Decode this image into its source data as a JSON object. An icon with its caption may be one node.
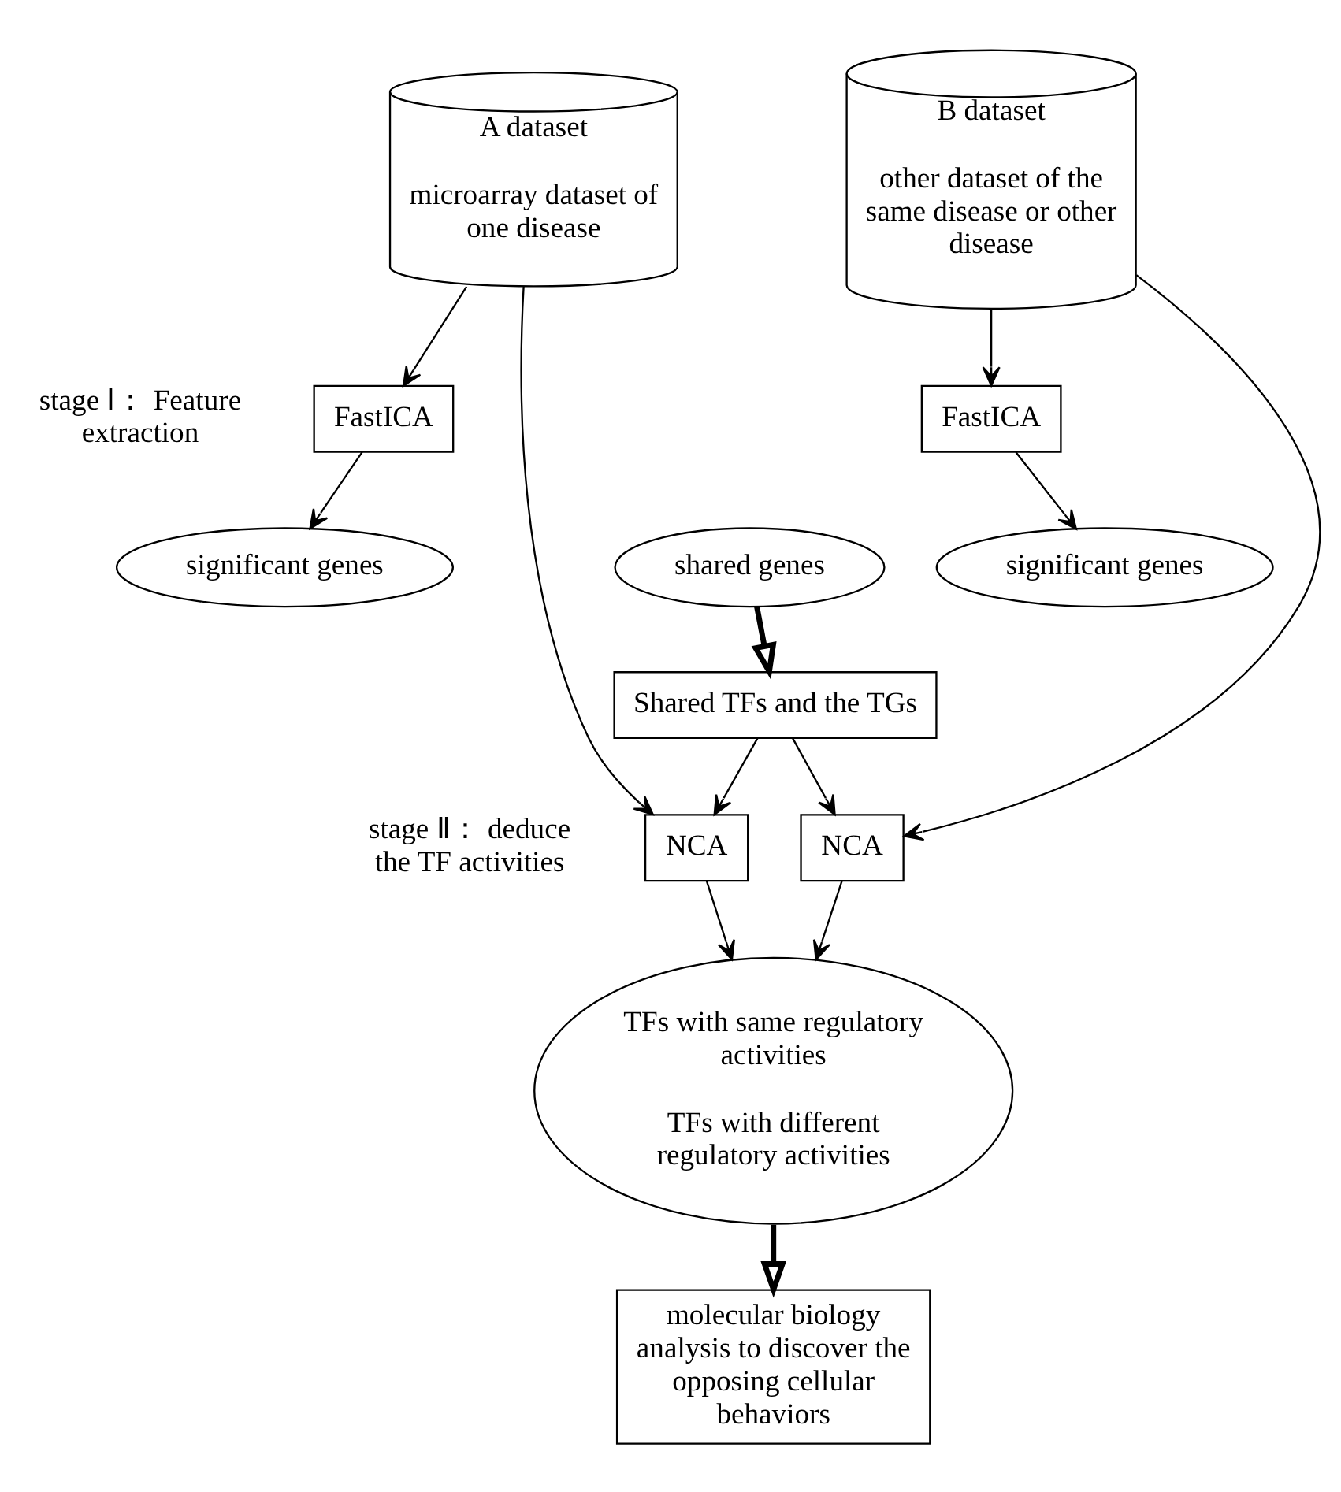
{
  "diagram": {
    "nodes": [
      {
        "text": [
          "A dataset",
          "microarray dataset of one disease"
        ]
      },
      {
        "text": [
          "B dataset",
          "other dataset of the same disease or other disease"
        ]
      },
      {
        "text": [
          "FastICA"
        ]
      },
      {
        "text": [
          "FastICA"
        ]
      },
      {
        "text": [
          "significant genes"
        ]
      },
      {
        "text": [
          "shared genes"
        ]
      },
      {
        "text": [
          "significant genes"
        ]
      },
      {
        "text": [
          "Shared TFs and the TGs"
        ]
      },
      {
        "text": [
          "NCA"
        ]
      },
      {
        "text": [
          "NCA"
        ]
      },
      {
        "text": [
          "TFs with same regulatory activities",
          "TFs with different regulatory activities"
        ]
      },
      {
        "text": [
          "molecular biology analysis to discover the  opposing cellular behaviors"
        ]
      }
    ],
    "edges": [
      {
        "from": 0,
        "to": 2,
        "arrow": "to"
      },
      {
        "from": 1,
        "to": 3,
        "arrow": "to"
      },
      {
        "from": 2,
        "to": 4,
        "arrow": "to"
      },
      {
        "from": 3,
        "to": 6,
        "arrow": "to"
      },
      {
        "from": 5,
        "to": 7,
        "arrow": "to",
        "style": "thick"
      },
      {
        "from": 0,
        "to": 8,
        "arrow": "to"
      },
      {
        "from": 1,
        "to": 9,
        "arrow": "to"
      },
      {
        "from": 7,
        "to": 8,
        "arrow": "to"
      },
      {
        "from": 7,
        "to": 9,
        "arrow": "to"
      },
      {
        "from": 8,
        "to": 10,
        "arrow": "to"
      },
      {
        "from": 9,
        "to": 10,
        "arrow": "to"
      },
      {
        "from": 10,
        "to": 11,
        "arrow": "to",
        "style": "thick"
      }
    ],
    "labels": [
      "stage Ⅰ： Feature extraction",
      "stage Ⅱ： deduce the TF activities"
    ]
  }
}
